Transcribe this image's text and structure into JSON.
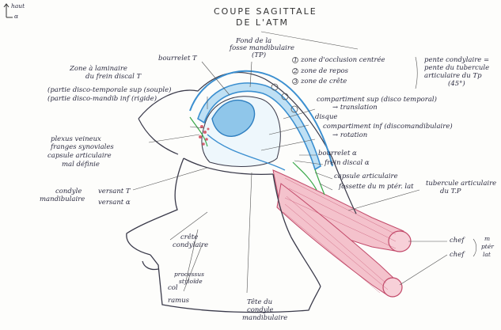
{
  "title": {
    "line1": "COUPE SAGITTALE",
    "line2": "DE L'ATM"
  },
  "orientation": {
    "up": "haut",
    "side": "α"
  },
  "labels": {
    "fond_fosse": [
      "Fond de la",
      "fosse mandibulaire",
      "(TP)"
    ],
    "bourrelet_tp": "bourrelet T",
    "zone_lamin": [
      "Zone à laminaire",
      "du frein discal T"
    ],
    "attache_sup": "(partie disco-temporale sup (souple)",
    "attache_inf": "(partie disco-mandib inf (rigide)",
    "zones": [
      "zone d'occlusion centrée",
      "zone de repos",
      "zone de crête"
    ],
    "zone_nums": [
      "1",
      "2",
      "3"
    ],
    "pente": [
      "pente condylaire =",
      "pente du tubercule",
      "articulaire du Tp",
      "(45°)"
    ],
    "comp_sup": [
      "compartiment sup (disco temporal)",
      "→ translation"
    ],
    "disque": "disque",
    "comp_inf": [
      "compartiment inf (discomandibulaire)",
      "→ rotation"
    ],
    "plexus": [
      "plexus veineux",
      "franges synoviales",
      "capsule articulaire",
      "mal définie"
    ],
    "bourrelet_a": "bourrelet α",
    "frein_a": "frein discal α",
    "capsule_art": "capsule articulaire",
    "fossette": "fossette du m ptér. lat",
    "tubercule": [
      "tubercule articulaire",
      "du T.P"
    ],
    "condyle": [
      "condyle",
      "mandibulaire"
    ],
    "versant_t": "versant T",
    "versant_a": "versant α",
    "crete": [
      "crête",
      "condylaire"
    ],
    "processus": [
      "processus",
      "styloïde"
    ],
    "col": "col",
    "ramus": "ramus",
    "tete": [
      "Tête du",
      "condyle",
      "mandibulaire"
    ],
    "chef_sup": "chef",
    "chef_inf": "chef",
    "muscle_labels": [
      "m",
      "ptér",
      "lat"
    ]
  },
  "colors": {
    "ink": "#2b2b40",
    "blue": "#3b8fd0",
    "blue_light": "#bfe0f4",
    "green": "#3aa84a",
    "muscle": "#f2b8c4",
    "muscle_line": "#c24a6a",
    "plexus": "#d24a5a"
  }
}
